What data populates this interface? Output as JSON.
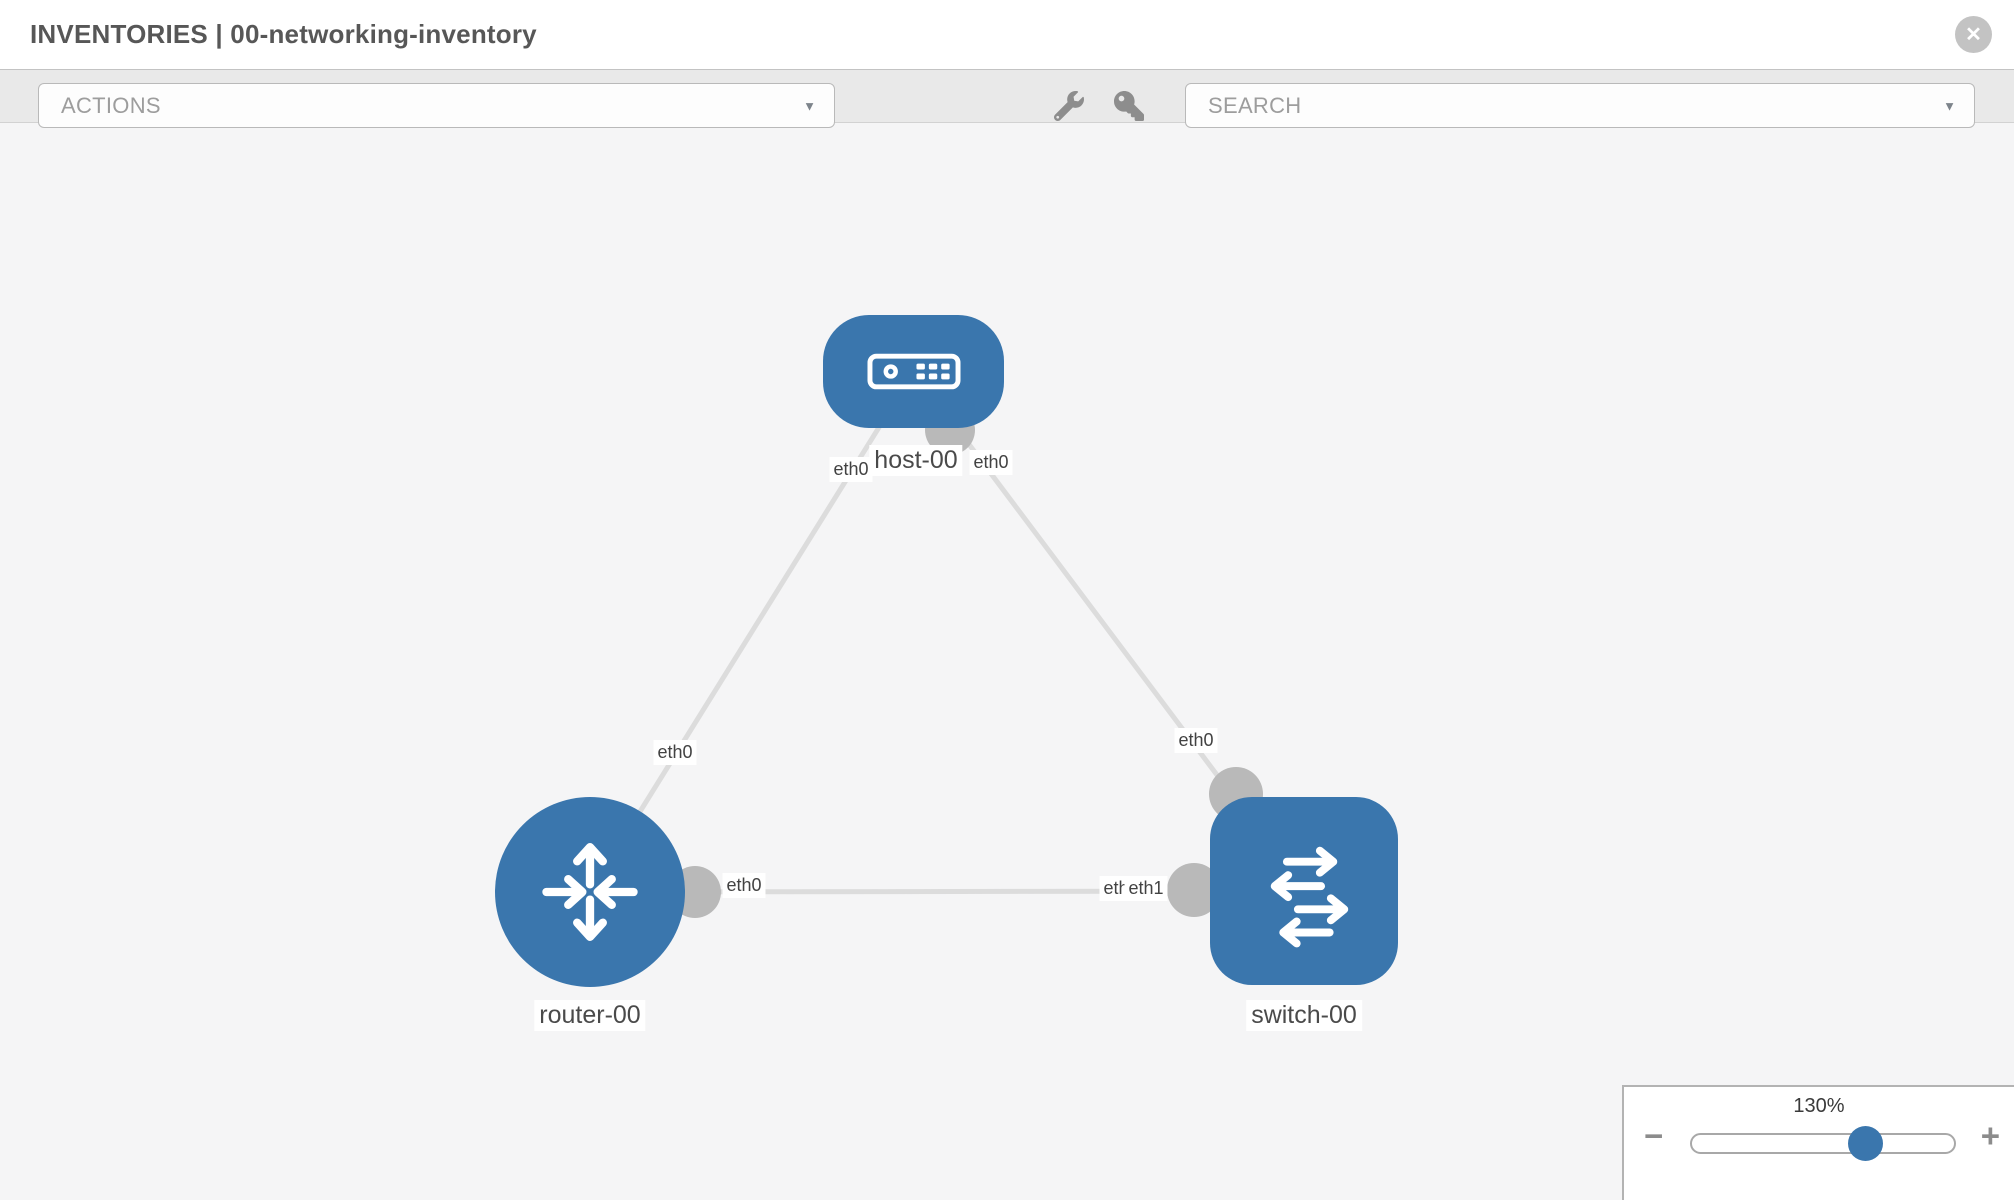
{
  "header": {
    "title": "INVENTORIES | 00-networking-inventory"
  },
  "toolbar": {
    "actions_label": "ACTIONS",
    "search_label": "SEARCH"
  },
  "icons": {
    "close_glyph": "✕",
    "caret_glyph": "▼",
    "zoom_out_glyph": "−",
    "zoom_in_glyph": "+",
    "wrench": "wrench-icon",
    "key": "key-icon"
  },
  "topology": {
    "nodes": [
      {
        "id": "host-00",
        "type": "host",
        "label": "host-00"
      },
      {
        "id": "router-00",
        "type": "router",
        "label": "router-00"
      },
      {
        "id": "switch-00",
        "type": "switch",
        "label": "switch-00"
      }
    ],
    "links": [
      {
        "from": "host-00",
        "to": "router-00",
        "from_label": "eth0",
        "to_label": "eth0"
      },
      {
        "from": "host-00",
        "to": "switch-00",
        "from_label": "eth0",
        "to_label": "eth0"
      },
      {
        "from": "router-00",
        "to": "switch-00",
        "from_label": "eth0",
        "to_label_back": "eth0",
        "to_label_front": "eth1"
      }
    ]
  },
  "zoom_control": {
    "level": "130%"
  },
  "colors": {
    "node_blue": "#3a76ad",
    "link_gray": "#dcdcdc",
    "interface_gray": "#b9b9b9",
    "canvas_bg": "#f5f5f6",
    "toolbar_bg": "#e9e9e9"
  }
}
